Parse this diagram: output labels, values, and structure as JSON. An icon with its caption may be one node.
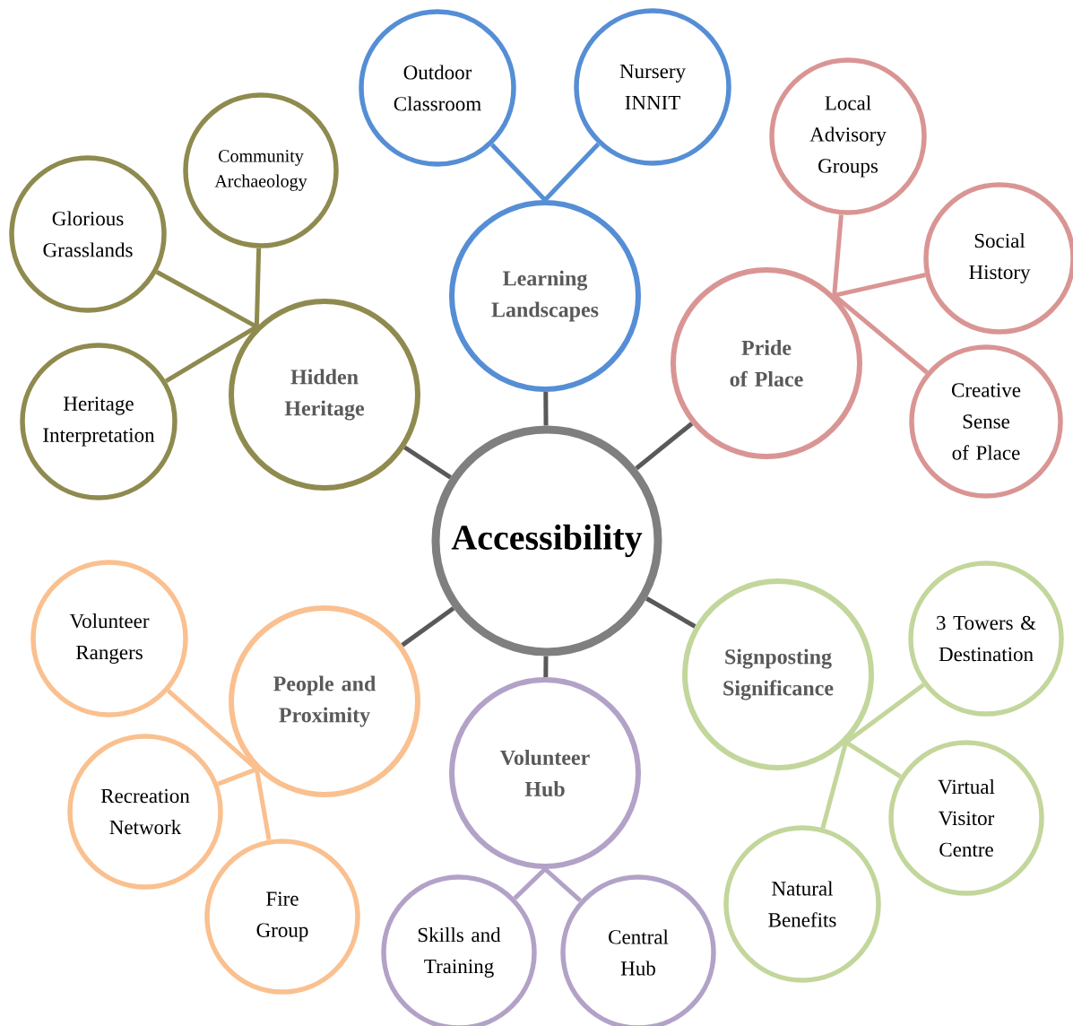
{
  "diagram": {
    "nodes": [
      {
        "text": [
          "Accessibility"
        ]
      },
      {
        "text": [
          "Learning Landscapes"
        ]
      },
      {
        "text": [
          "Outdoor Classroom"
        ]
      },
      {
        "text": [
          "Nursery INNIT"
        ]
      },
      {
        "text": [
          "Pride of Place"
        ]
      },
      {
        "text": [
          "Local Advisory Groups"
        ]
      },
      {
        "text": [
          "Social History"
        ]
      },
      {
        "text": [
          "Creative Sense of Place"
        ]
      },
      {
        "text": [
          "Hidden Heritage"
        ]
      },
      {
        "text": [
          "Community Archaeology"
        ]
      },
      {
        "text": [
          "Glorious Grasslands"
        ]
      },
      {
        "text": [
          "Heritage Interpretation"
        ]
      },
      {
        "text": [
          "People and Proximity"
        ]
      },
      {
        "text": [
          "Volunteer Rangers"
        ]
      },
      {
        "text": [
          "Recreation Network"
        ]
      },
      {
        "text": [
          "Fire Group"
        ]
      },
      {
        "text": [
          "Volunteer Hub"
        ]
      },
      {
        "text": [
          "Skills and Training"
        ]
      },
      {
        "text": [
          "Central Hub"
        ]
      },
      {
        "text": [
          "Signposting Significance"
        ]
      },
      {
        "text": [
          "3 Towers & Destination"
        ]
      },
      {
        "text": [
          "Virtual Visitor Centre"
        ]
      },
      {
        "text": [
          "Natural Benefits"
        ]
      }
    ],
    "edges": [
      {
        "from": 0,
        "to": 1,
        "arrow": "none",
        "color": "#595959"
      },
      {
        "from": 0,
        "to": 4,
        "arrow": "none",
        "color": "#595959"
      },
      {
        "from": 0,
        "to": 8,
        "arrow": "none",
        "color": "#595959"
      },
      {
        "from": 0,
        "to": 12,
        "arrow": "none",
        "color": "#595959"
      },
      {
        "from": 0,
        "to": 16,
        "arrow": "none",
        "color": "#595959"
      },
      {
        "from": 0,
        "to": 19,
        "arrow": "none",
        "color": "#595959"
      },
      {
        "from": 1,
        "to": 2,
        "arrow": "none",
        "color": "#558ed5"
      },
      {
        "from": 1,
        "to": 3,
        "arrow": "none",
        "color": "#558ed5"
      },
      {
        "from": 4,
        "to": 5,
        "arrow": "none",
        "color": "#d99594"
      },
      {
        "from": 4,
        "to": 6,
        "arrow": "none",
        "color": "#d99594"
      },
      {
        "from": 4,
        "to": 7,
        "arrow": "none",
        "color": "#d99594"
      },
      {
        "from": 8,
        "to": 9,
        "arrow": "none",
        "color": "#8f8a4e"
      },
      {
        "from": 8,
        "to": 10,
        "arrow": "none",
        "color": "#8f8a4e"
      },
      {
        "from": 8,
        "to": 11,
        "arrow": "none",
        "color": "#8f8a4e"
      },
      {
        "from": 12,
        "to": 13,
        "arrow": "none",
        "color": "#fac08f"
      },
      {
        "from": 12,
        "to": 14,
        "arrow": "none",
        "color": "#fac08f"
      },
      {
        "from": 12,
        "to": 15,
        "arrow": "none",
        "color": "#fac08f"
      },
      {
        "from": 16,
        "to": 17,
        "arrow": "none",
        "color": "#b2a2c7"
      },
      {
        "from": 16,
        "to": 18,
        "arrow": "none",
        "color": "#b2a2c7"
      },
      {
        "from": 19,
        "to": 20,
        "arrow": "none",
        "color": "#c3d69b"
      },
      {
        "from": 19,
        "to": 21,
        "arrow": "none",
        "color": "#c3d69b"
      },
      {
        "from": 19,
        "to": 22,
        "arrow": "none",
        "color": "#c3d69b"
      }
    ]
  }
}
